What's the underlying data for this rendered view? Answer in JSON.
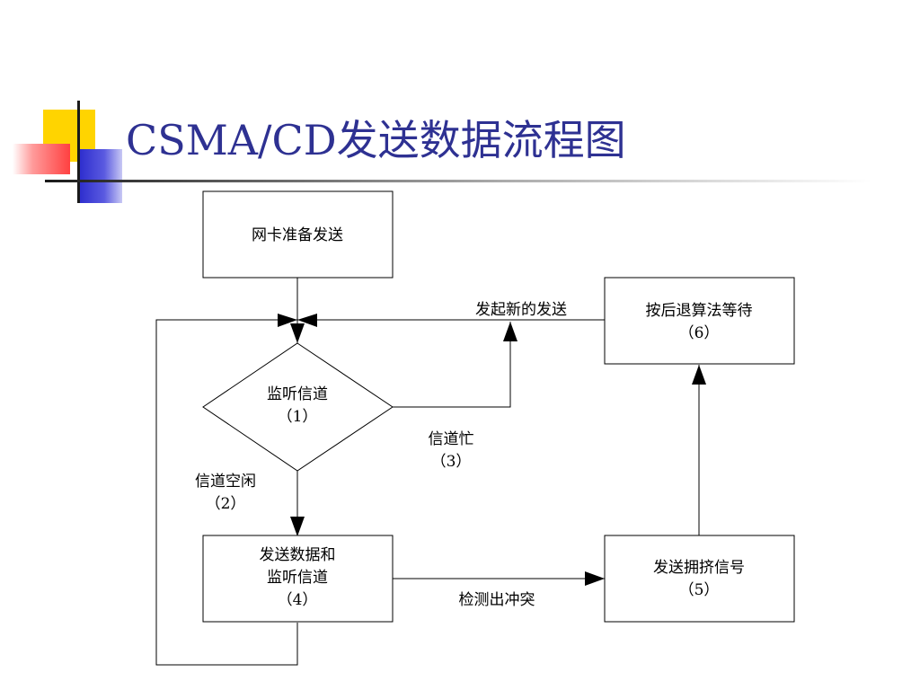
{
  "title": "CSMA/CD发送数据流程图",
  "nodes": {
    "nic_ready": {
      "line1": "网卡准备发送"
    },
    "listen": {
      "line1": "监听信道",
      "line2": "（1）"
    },
    "send_listen": {
      "line1": "发送数据和",
      "line2": "监听信道",
      "line3": "（4）"
    },
    "jam": {
      "line1": "发送拥挤信号",
      "line2": "（5）"
    },
    "backoff": {
      "line1": "按后退算法等待",
      "line2": "（6）"
    }
  },
  "edges": {
    "idle": {
      "line1": "信道空闲",
      "line2": "（2）"
    },
    "busy": {
      "line1": "信道忙",
      "line2": "（3）"
    },
    "collision": {
      "line1": "检测出冲突"
    },
    "resend": {
      "line1": "发起新的发送"
    }
  }
}
